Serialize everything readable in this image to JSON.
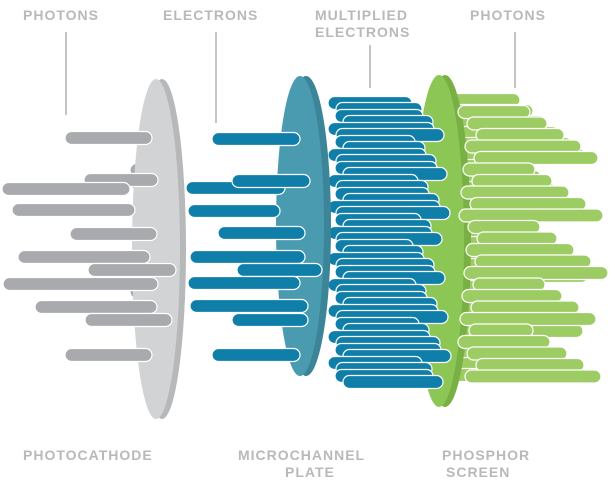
{
  "labels": {
    "photons_in": "PHOTONS",
    "electrons": "ELECTRONS",
    "multiplied_line1": "MULTIPLIED",
    "multiplied_line2": "ELECTRONS",
    "photons_out": "PHOTONS",
    "photocathode": "PHOTOCATHODE",
    "mcp_line1": "MICROCHANNEL",
    "mcp_line2": "PLATE",
    "screen_line1": "PHOSPHOR",
    "screen_line2": "SCREEN"
  },
  "colors": {
    "label": "#b9b9b9",
    "leader": "#c4c4c4",
    "photocathode_fill": "#d2d3d5",
    "photocathode_edge": "#b7b8ba",
    "photon_rod": "#a8aaad",
    "mcp_fill": "#4b9bb0",
    "mcp_edge": "#3c8599",
    "electron_rod": "#0f7fa9",
    "screen_fill": "#8cc654",
    "screen_edge": "#79b044",
    "green_rod": "#9ccc63",
    "rod_stroke": "#ffffff"
  }
}
